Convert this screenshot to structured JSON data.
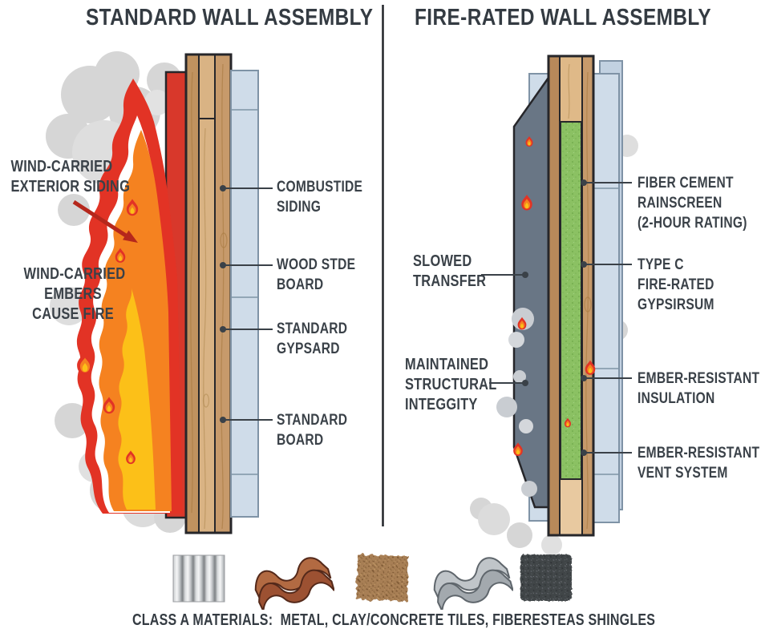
{
  "titles": {
    "left": "STANDARD WALL ASSEMBLY",
    "right": "FIRE-RATED WALL ASSEMBLY"
  },
  "left": {
    "cause_labels": [
      {
        "lines": [
          "WIND-CARRIED",
          "EXTERIOR SIDING"
        ]
      },
      {
        "lines": [
          "WIND-CARRIED",
          "EMBERS",
          "CAUSE FIRE"
        ]
      }
    ],
    "layer_labels": [
      {
        "lines": [
          "COMBUSTIDE",
          "SIDING"
        ]
      },
      {
        "lines": [
          "WOOD STDE",
          "BOARD"
        ]
      },
      {
        "lines": [
          "STANDARD",
          "GYPSARD"
        ]
      },
      {
        "lines": [
          "STANDARD",
          "BOARD"
        ]
      }
    ]
  },
  "right": {
    "benefit_labels": [
      {
        "lines": [
          "SLOWED",
          "TRANSFER"
        ]
      },
      {
        "lines": [
          "MAINTAINED",
          "STRUCTURAL",
          "INTEGGITY"
        ]
      }
    ],
    "layer_labels": [
      {
        "lines": [
          "FIBER CEMENT",
          "RAINSCREEN",
          "(2-HOUR RATING)"
        ]
      },
      {
        "lines": [
          "TYPE C",
          "FIRE-RATED",
          "GYPSIRSUM"
        ]
      },
      {
        "lines": [
          "EMBER-RESISTANT",
          "INSULATION"
        ]
      },
      {
        "lines": [
          "EMBER-RESISTANT",
          "VENT SYSTEM"
        ]
      }
    ]
  },
  "legend": {
    "caption": "CLASS A MATERIALS:  METAL, CLAY/CONCRETE TILES, FIBERESTEAS SHINGLES",
    "materials": [
      {
        "name": "corrugated-metal"
      },
      {
        "name": "clay-tile"
      },
      {
        "name": "fiber-mat"
      },
      {
        "name": "concrete-tile"
      },
      {
        "name": "asphalt-shingle"
      }
    ]
  },
  "colors": {
    "flame_red": "#e23325",
    "flame_orange": "#f58220",
    "flame_yellow": "#fcc018",
    "siding_red": "#d8382b",
    "wood": "#c79a6b",
    "gypsum_blue": "#cfdce9",
    "rainscreen_gray": "#697685",
    "insulation_green": "#8bc163",
    "smoke_gray": "#d6d6d6",
    "text": "#3a4148"
  }
}
